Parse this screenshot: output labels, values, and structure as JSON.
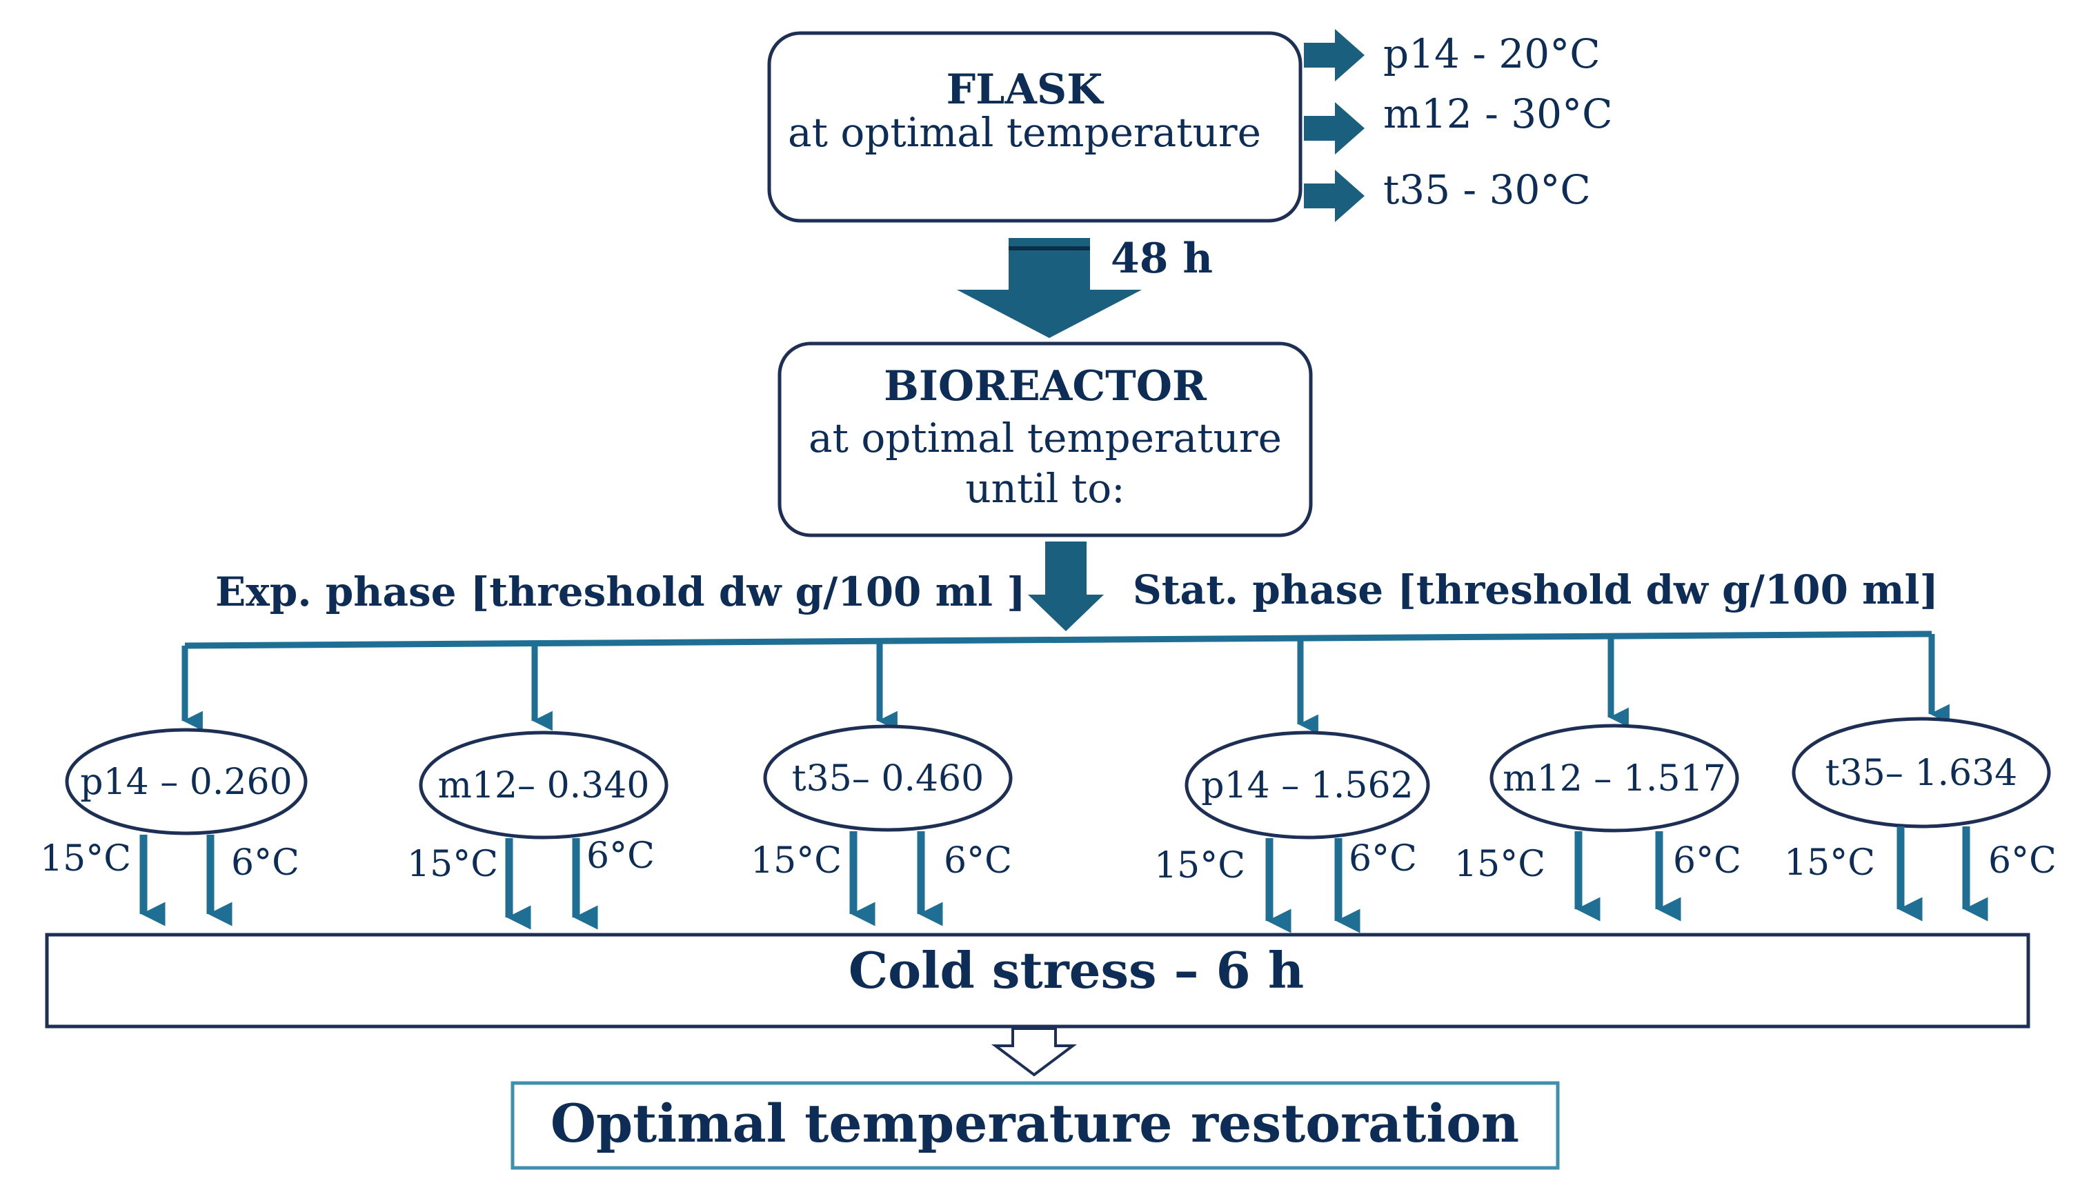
{
  "colors": {
    "navy": "#0d2d57",
    "teal": "#1f6f95",
    "arrow_fill": "#1a5f7e",
    "box_border": "#1d2f55",
    "restoration_border": "#3f8fae"
  },
  "flask": {
    "title": "FLASK",
    "subtitle": "at optimal temperature",
    "outputs": [
      {
        "label": "p14 - 20°C"
      },
      {
        "label": "m12 - 30°C"
      },
      {
        "label": "t35 -  30°C"
      }
    ]
  },
  "transfer": {
    "duration": "48 h"
  },
  "bioreactor": {
    "title": "BIOREACTOR",
    "line1": "at optimal temperature",
    "line2": "until to:"
  },
  "phases": {
    "exp_label": "Exp. phase [threshold dw g/100 ml ]",
    "stat_label": "Stat. phase [threshold dw g/100 ml]"
  },
  "strains": [
    {
      "label": "p14 – 0.260",
      "temp_a": "15°C",
      "temp_b": "6°C"
    },
    {
      "label": "m12– 0.340",
      "temp_a": "15°C",
      "temp_b": "6°C"
    },
    {
      "label": "t35– 0.460",
      "temp_a": "15°C",
      "temp_b": "6°C"
    },
    {
      "label": "p14 – 1.562",
      "temp_a": "15°C",
      "temp_b": "6°C"
    },
    {
      "label": "m12 – 1.517",
      "temp_a": "15°C",
      "temp_b": "6°C"
    },
    {
      "label": "t35– 1.634",
      "temp_a": "15°C",
      "temp_b": "6°C"
    }
  ],
  "cold_stress": {
    "label": "Cold stress – 6 h"
  },
  "restoration": {
    "label": "Optimal temperature restoration"
  }
}
